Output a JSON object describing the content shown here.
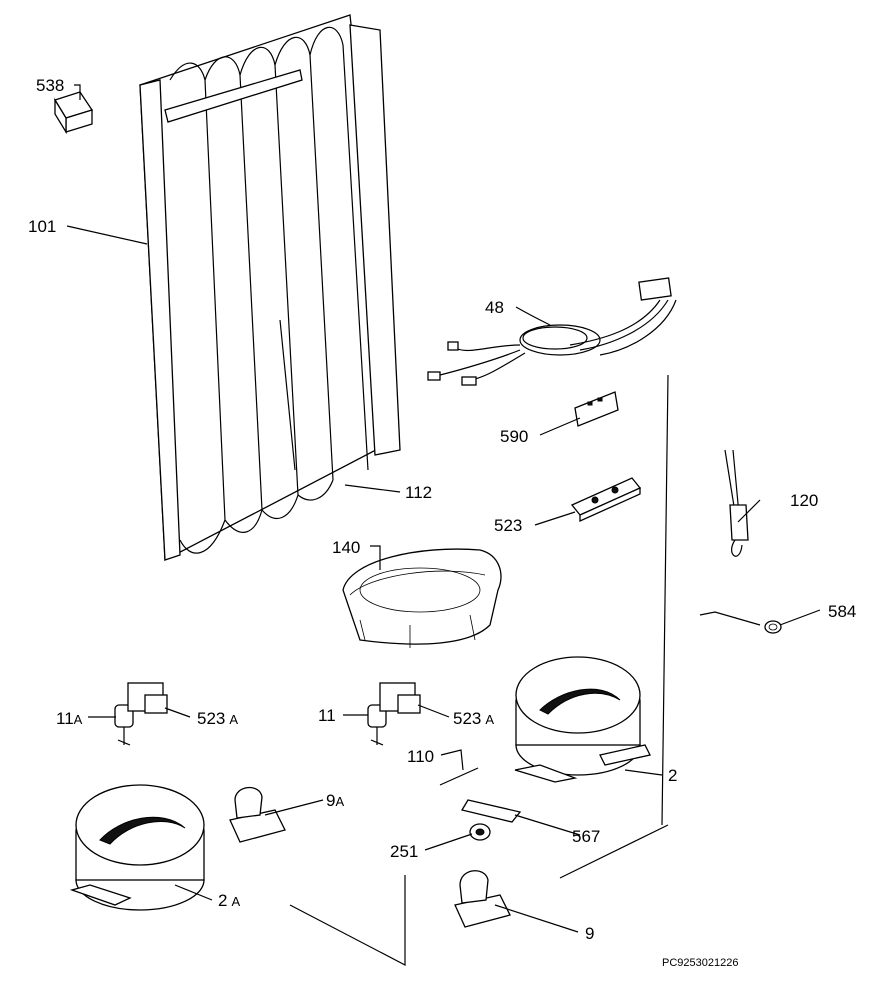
{
  "diagram": {
    "reference_code": "PC9253021226",
    "labels": {
      "p538": "538",
      "p101": "101",
      "p48": "48",
      "p590": "590",
      "p112": "112",
      "p120": "120",
      "p523": "523",
      "p140": "140",
      "p584": "584",
      "p11a": "11",
      "p11a_suffix": "A",
      "p523a_left": "523",
      "p523a_left_suffix": "A",
      "p11": "11",
      "p523a_right": "523",
      "p523a_right_suffix": "A",
      "p110": "110",
      "p2": "2",
      "p9a": "9",
      "p9a_suffix": "A",
      "p567": "567",
      "p251": "251",
      "p2a": "2",
      "p2a_suffix": "A",
      "p9": "9"
    }
  }
}
